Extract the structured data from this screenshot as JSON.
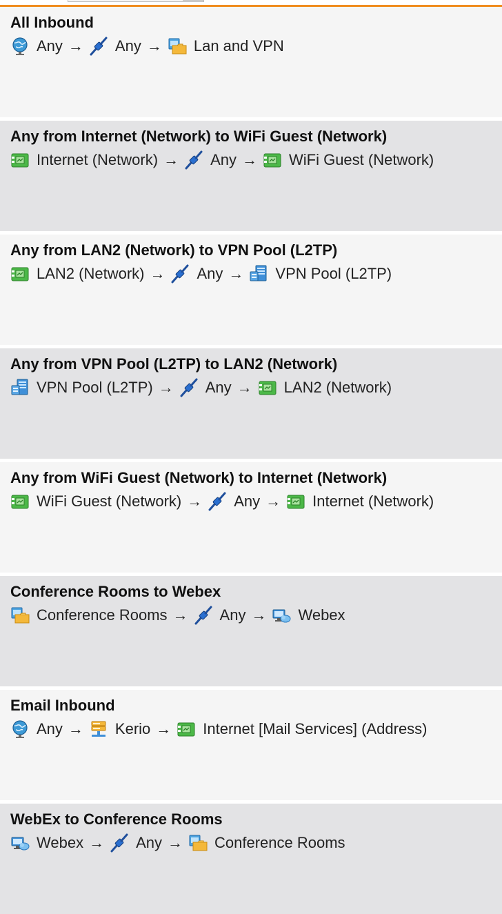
{
  "colors": {
    "accent_orange": "#f08c1e",
    "row_light": "#f5f5f5",
    "row_dark": "#e3e3e5"
  },
  "arrow": "→",
  "rules": [
    {
      "title": "All Inbound",
      "source": {
        "icon": "globe-icon",
        "label": "Any"
      },
      "service": {
        "icon": "cable-icon",
        "label": "Any"
      },
      "destination": {
        "icon": "folder-network-icon",
        "label": "Lan and VPN"
      }
    },
    {
      "title": "Any from Internet (Network) to WiFi Guest (Network)",
      "source": {
        "icon": "network-card-icon",
        "label": "Internet (Network)"
      },
      "service": {
        "icon": "cable-icon",
        "label": "Any"
      },
      "destination": {
        "icon": "network-card-icon",
        "label": "WiFi Guest (Network)"
      }
    },
    {
      "title": "Any from LAN2 (Network) to VPN Pool (L2TP)",
      "source": {
        "icon": "network-card-icon",
        "label": "LAN2 (Network)"
      },
      "service": {
        "icon": "cable-icon",
        "label": "Any"
      },
      "destination": {
        "icon": "vpn-server-icon",
        "label": "VPN Pool (L2TP)"
      }
    },
    {
      "title": "Any from VPN Pool (L2TP) to LAN2 (Network)",
      "source": {
        "icon": "vpn-server-icon",
        "label": "VPN Pool (L2TP)"
      },
      "service": {
        "icon": "cable-icon",
        "label": "Any"
      },
      "destination": {
        "icon": "network-card-icon",
        "label": "LAN2 (Network)"
      }
    },
    {
      "title": "Any from WiFi Guest (Network) to Internet (Network)",
      "source": {
        "icon": "network-card-icon",
        "label": "WiFi Guest (Network)"
      },
      "service": {
        "icon": "cable-icon",
        "label": "Any"
      },
      "destination": {
        "icon": "network-card-icon",
        "label": "Internet (Network)"
      }
    },
    {
      "title": "Conference Rooms to Webex",
      "source": {
        "icon": "folder-network-icon",
        "label": "Conference Rooms"
      },
      "service": {
        "icon": "cable-icon",
        "label": "Any"
      },
      "destination": {
        "icon": "cloud-computer-icon",
        "label": "Webex"
      }
    },
    {
      "title": "Email Inbound",
      "source": {
        "icon": "globe-icon",
        "label": "Any"
      },
      "service": {
        "icon": "server-icon",
        "label": "Kerio"
      },
      "destination": {
        "icon": "network-card-icon",
        "label": "Internet [Mail Services] (Address)"
      }
    },
    {
      "title": "WebEx to Conference Rooms",
      "source": {
        "icon": "cloud-computer-icon",
        "label": "Webex"
      },
      "service": {
        "icon": "cable-icon",
        "label": "Any"
      },
      "destination": {
        "icon": "folder-network-icon",
        "label": "Conference Rooms"
      }
    }
  ]
}
